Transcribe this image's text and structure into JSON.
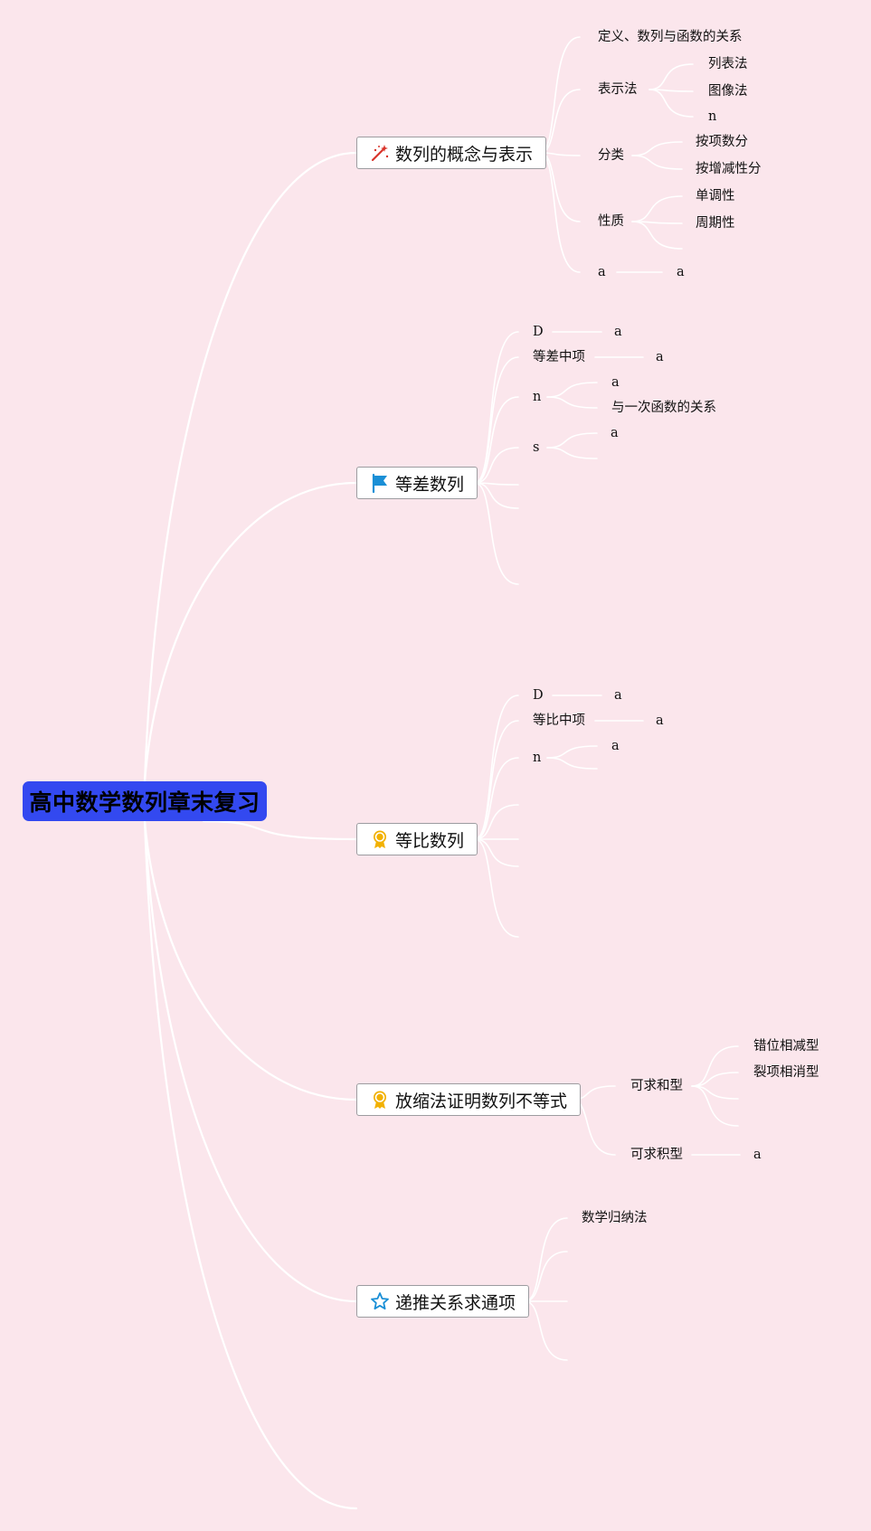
{
  "root": {
    "title": "高中数学数列章末复习"
  },
  "topics": [
    {
      "title": "数列的概念与表示",
      "icon": "magic-wand-icon",
      "children": [
        {
          "label": "定义、数列与函数的关系"
        },
        {
          "label": "表示法",
          "children": [
            {
              "label": "列表法"
            },
            {
              "label": "图像法"
            },
            {
              "label": "n"
            }
          ]
        },
        {
          "label": "分类",
          "children": [
            {
              "label": "按项数分"
            },
            {
              "label": "按增减性分"
            }
          ]
        },
        {
          "label": "性质",
          "children": [
            {
              "label": "单调性"
            },
            {
              "label": "周期性"
            },
            {
              "label": ""
            }
          ]
        },
        {
          "label": "a",
          "children": [
            {
              "label": "a"
            }
          ]
        }
      ]
    },
    {
      "title": "等差数列",
      "icon": "flag-icon",
      "children": [
        {
          "label": "D",
          "children": [
            {
              "label": "a"
            }
          ]
        },
        {
          "label": "等差中项",
          "children": [
            {
              "label": "a"
            }
          ]
        },
        {
          "label": "n",
          "children": [
            {
              "label": "a"
            },
            {
              "label": "与一次函数的关系"
            }
          ]
        },
        {
          "label": "s",
          "children": [
            {
              "label": "a"
            },
            {
              "label": ""
            }
          ]
        },
        {
          "label": ""
        },
        {
          "label": ""
        },
        {
          "label": ""
        }
      ]
    },
    {
      "title": "等比数列",
      "icon": "award-medal-icon",
      "children": [
        {
          "label": "D",
          "children": [
            {
              "label": "a"
            }
          ]
        },
        {
          "label": "等比中项",
          "children": [
            {
              "label": "a"
            }
          ]
        },
        {
          "label": "n",
          "children": [
            {
              "label": "a"
            },
            {
              "label": ""
            }
          ]
        },
        {
          "label": ""
        },
        {
          "label": ""
        },
        {
          "label": ""
        },
        {
          "label": ""
        }
      ]
    },
    {
      "title": "放缩法证明数列不等式",
      "icon": "award-medal-icon",
      "children": [
        {
          "label": "可求和型",
          "children": [
            {
              "label": "错位相减型"
            },
            {
              "label": "裂项相消型"
            },
            {
              "label": ""
            },
            {
              "label": ""
            }
          ]
        },
        {
          "label": "可求积型",
          "children": [
            {
              "label": "a"
            }
          ]
        }
      ]
    },
    {
      "title": "递推关系求通项",
      "icon": "star-icon",
      "children": [
        {
          "label": "数学归纳法"
        },
        {
          "label": ""
        },
        {
          "label": ""
        },
        {
          "label": ""
        }
      ]
    }
  ],
  "colors": {
    "background": "#fbe6ec",
    "root_fill": "#3349f0",
    "topic_fill": "#ffffff",
    "topic_border": "#9c9ca0",
    "branch_line": "#ffffff",
    "icon_wand": "#d9342b",
    "icon_flag": "#1a8fd6",
    "icon_medal": "#f2b100",
    "icon_star": "#1a8fd6"
  }
}
